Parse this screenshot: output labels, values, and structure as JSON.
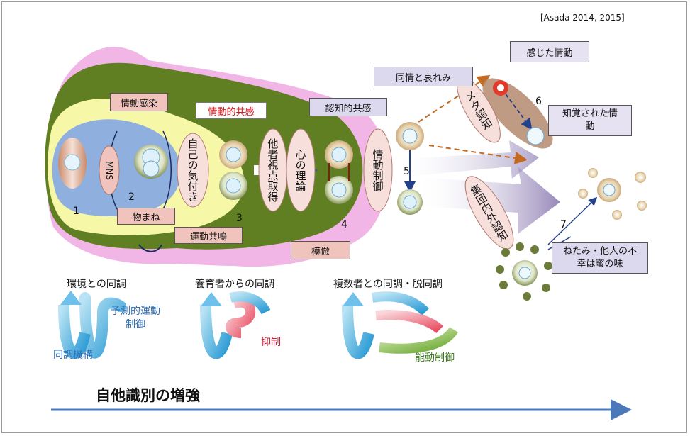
{
  "citation": "[Asada 2014, 2015]",
  "labels": {
    "mns": "MNS",
    "self_awareness": "自己の気付き",
    "perspective_taking": "他者視点取得",
    "theory_of_mind": "心の理論",
    "emotion_regulation": "情動制御",
    "emotional_contagion": "情動感染",
    "mimicry": "物まね",
    "motor_resonance": "運動共鳴",
    "emotional_empathy": "情動的共感",
    "cognitive_empathy": "認知的共感",
    "imitation": "模倣",
    "sympathy_pity": "同情と哀れみ",
    "felt_emotion": "感じた情動",
    "perceived_emotion": "知覚された情動",
    "meta_cognition": "メタ認知",
    "in_out_group_cognition": "集団内外認知",
    "schadenfreude": "ねたみ・他人の不幸は蜜の味"
  },
  "numbers": [
    "1",
    "2",
    "3",
    "4",
    "5",
    "6",
    "7"
  ],
  "bottom": {
    "env_sync": "環境との同調",
    "caregiver_sync": "養育者からの同調",
    "multi_sync": "複数者との同調・脱同調",
    "predictive_motor": "予測的運動制御",
    "sync_mechanism": "同調機構",
    "inhibition": "抑制",
    "active_control": "能動制御"
  },
  "axis_title": "自他識別の増強",
  "colors": {
    "pink_outer": "#f2b6e6",
    "olive_green": "#5f7f22",
    "light_yellow": "#f7f7a8",
    "blue": "#7fa7d8",
    "axis_blue": "#4a78b8",
    "red_label": "#e8151b",
    "label_lavender": "#dcd8ee"
  }
}
